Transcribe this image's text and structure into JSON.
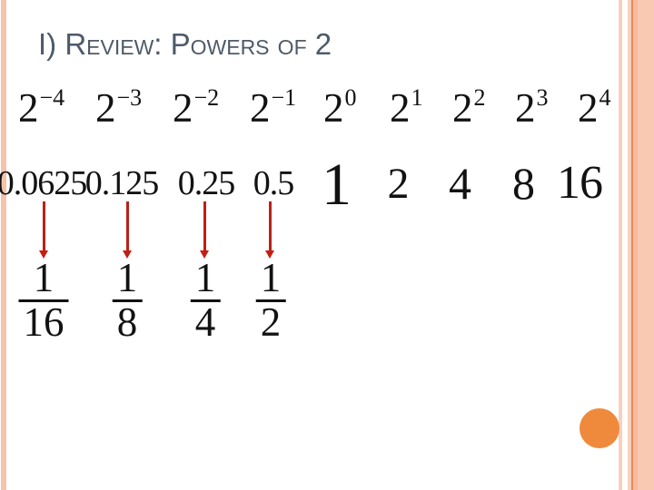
{
  "slide": {
    "title": "I) Review: Powers of 2",
    "background_color": "#ffffff",
    "title_color": "#4e5a68",
    "arrow_color": "#c00000",
    "circle_color": "#ef8a3c",
    "stripe_colors": {
      "left": "#f5c3aa",
      "right_light": "#f8d0bd",
      "right_dark_line": "#e58b55",
      "right_medium": "#f6bb9e",
      "right_wide": "#f9c9b2"
    }
  },
  "powers": [
    {
      "base": "2",
      "exponent": "−4"
    },
    {
      "base": "2",
      "exponent": "−3"
    },
    {
      "base": "2",
      "exponent": "−2"
    },
    {
      "base": "2",
      "exponent": "−1"
    },
    {
      "base": "2",
      "exponent": "0"
    },
    {
      "base": "2",
      "exponent": "1"
    },
    {
      "base": "2",
      "exponent": "2"
    },
    {
      "base": "2",
      "exponent": "3"
    },
    {
      "base": "2",
      "exponent": "4"
    }
  ],
  "values": [
    "0.0625",
    "0.125",
    "0.25",
    "0.5",
    "1",
    "2",
    "4",
    "8",
    "16"
  ],
  "fractions": [
    {
      "numerator": "1",
      "denominator": "16"
    },
    {
      "numerator": "1",
      "denominator": "8"
    },
    {
      "numerator": "1",
      "denominator": "4"
    },
    {
      "numerator": "1",
      "denominator": "2"
    }
  ]
}
